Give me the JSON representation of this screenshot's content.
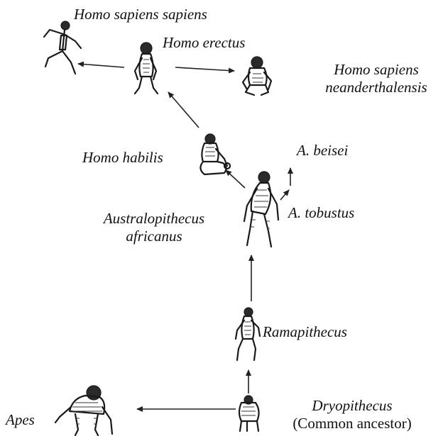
{
  "labels": {
    "homo_sapiens_sapiens": "Homo sapiens sapiens",
    "homo_erectus": "Homo erectus",
    "neanderthal_line1": "Homo sapiens",
    "neanderthal_line2": "neanderthalensis",
    "a_beisei": "A. beisei",
    "homo_habilis": "Homo habilis",
    "a_tobustus": "A. tobustus",
    "australopithecus_line1": "Australopithecus",
    "australopithecus_line2": "africanus",
    "ramapithecus": "Ramapithecus",
    "apes": "Apes",
    "dryopithecus": "Dryopithecus",
    "common_ancestor": "(Common ancestor)"
  },
  "colors": {
    "ink": "#1a1a1a",
    "background": "#ffffff"
  }
}
